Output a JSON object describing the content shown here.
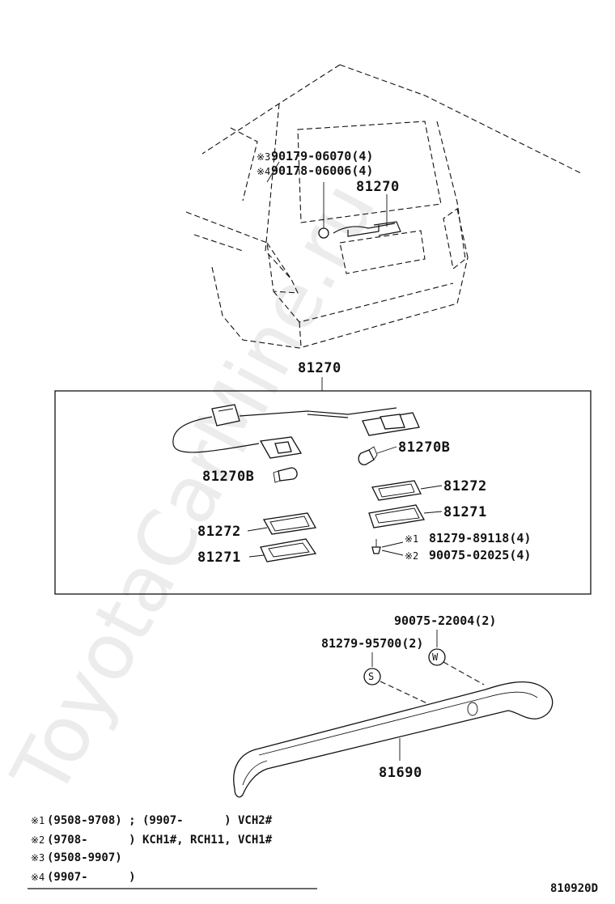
{
  "vehicle_view": {
    "labels": [
      {
        "key": "n3",
        "mark": "※3",
        "text": "90179-06070(4)"
      },
      {
        "key": "n4",
        "mark": "※4",
        "text": "90178-06006(4)"
      }
    ],
    "part_label": "81270"
  },
  "assembly_box": {
    "title": "81270",
    "parts": {
      "bulb_right": "81270B",
      "bulb_left": "81270B",
      "lens_right": "81272",
      "housing_right": "81271",
      "lens_left": "81272",
      "housing_left": "81271"
    },
    "screw_notes": [
      {
        "mark": "※1",
        "text": "81279-89118(4)"
      },
      {
        "mark": "※2",
        "text": "90075-02025(4)"
      }
    ]
  },
  "garnish": {
    "clip_label": "90075-22004(2)",
    "screw_label": "81279-95700(2)",
    "part_label": "81690",
    "symbol_s": "S",
    "symbol_w": "W"
  },
  "footnotes": [
    {
      "mark": "※1",
      "text": "(9508-9708) ; (9907-      ) VCH2#"
    },
    {
      "mark": "※2",
      "text": "(9708-      ) KCH1#, RCH11, VCH1#"
    },
    {
      "mark": "※3",
      "text": "(9508-9907)"
    },
    {
      "mark": "※4",
      "text": "(9907-      )"
    }
  ],
  "diagram_code": "810920D",
  "watermark": "ToyotaCarMine.ru"
}
